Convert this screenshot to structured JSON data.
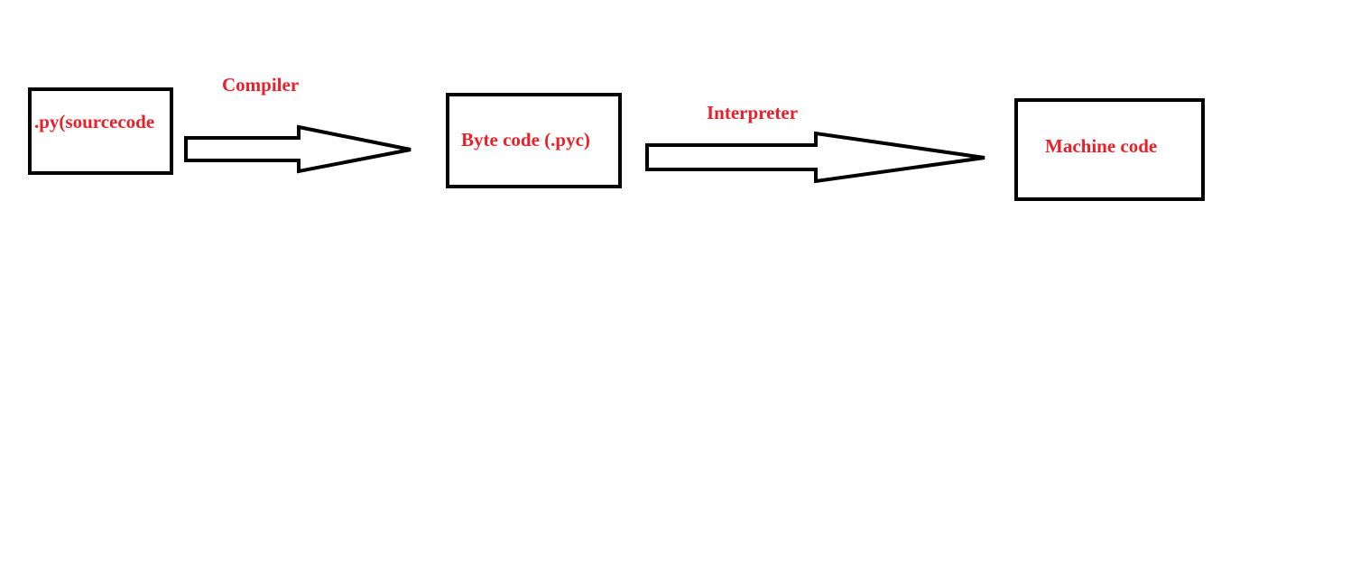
{
  "colors": {
    "text": "#e8202a",
    "stroke": "#000000",
    "background": "#ffffff"
  },
  "nodes": {
    "source": {
      "label": ".py(sourcecode"
    },
    "bytecode": {
      "label": "Byte code (.pyc)"
    },
    "machine": {
      "label": "Machine code"
    }
  },
  "edges": {
    "compiler": {
      "label": "Compiler",
      "from": "source",
      "to": "bytecode"
    },
    "interpreter": {
      "label": "Interpreter",
      "from": "bytecode",
      "to": "machine"
    }
  }
}
